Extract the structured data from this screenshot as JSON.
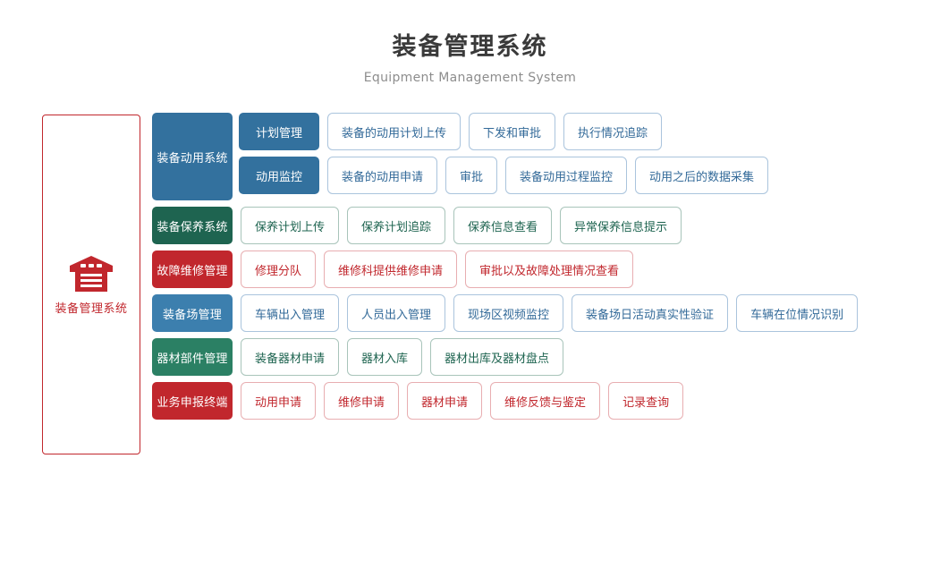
{
  "header": {
    "title": "装备管理系统",
    "subtitle": "Equipment Management System"
  },
  "root_panel": {
    "icon": "warehouse-icon",
    "label": "装备管理系统",
    "border_color": "#c1272d",
    "text_color": "#c1272d"
  },
  "palette": {
    "blue": "#33719e",
    "blue_light": "#3c7fae",
    "green": "#1e6450",
    "green_light": "#2b8064",
    "red": "#c1272d",
    "leaf_blue_border": "#aac4dd",
    "leaf_blue_text": "#336a99",
    "leaf_green_border": "#a8c4ba",
    "leaf_green_text": "#1e6450",
    "leaf_red_border": "#e8aeb1",
    "leaf_red_text": "#c1272d",
    "title_color": "#3a3a3a",
    "subtitle_color": "#8d8d8d"
  },
  "rows": [
    {
      "category": "装备动用系统",
      "color": "blue",
      "subrows": [
        {
          "subcategory": "计划管理",
          "leaves": [
            "装备的动用计划上传",
            "下发和审批",
            "执行情况追踪"
          ]
        },
        {
          "subcategory": "动用监控",
          "leaves": [
            "装备的动用申请",
            "审批",
            "装备动用过程监控",
            "动用之后的数据采集"
          ]
        }
      ]
    },
    {
      "category": "装备保养系统",
      "color": "green",
      "leaves": [
        "保养计划上传",
        "保养计划追踪",
        "保养信息查看",
        "异常保养信息提示"
      ]
    },
    {
      "category": "故障维修管理",
      "color": "red",
      "leaves": [
        "修理分队",
        "维修科提供维修申请",
        "审批以及故障处理情况查看"
      ]
    },
    {
      "category": "装备场管理",
      "color": "blue_light",
      "leaves": [
        "车辆出入管理",
        "人员出入管理",
        "现场区视频监控",
        "装备场日活动真实性验证",
        "车辆在位情况识别"
      ]
    },
    {
      "category": "器材部件管理",
      "color": "green_light",
      "leaves": [
        "装备器材申请",
        "器材入库",
        "器材出库及器材盘点"
      ]
    },
    {
      "category": "业务申报终端",
      "color": "red",
      "leaves": [
        "动用申请",
        "维修申请",
        "器材申请",
        "维修反馈与鉴定",
        "记录查询"
      ]
    }
  ]
}
